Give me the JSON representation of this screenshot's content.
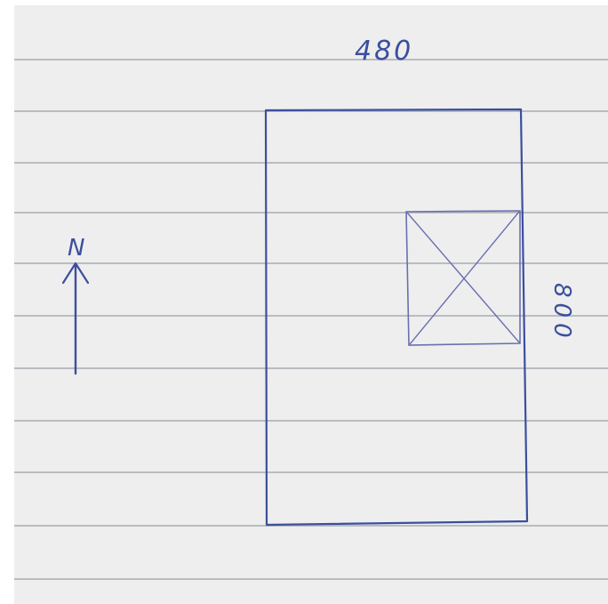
{
  "diagram": {
    "width_label": "480",
    "length_label": "800",
    "north_label": "N"
  },
  "colors": {
    "paper": "#eeeeee",
    "ruling": "#b9bcc0",
    "ink": "#3b4f9e"
  }
}
